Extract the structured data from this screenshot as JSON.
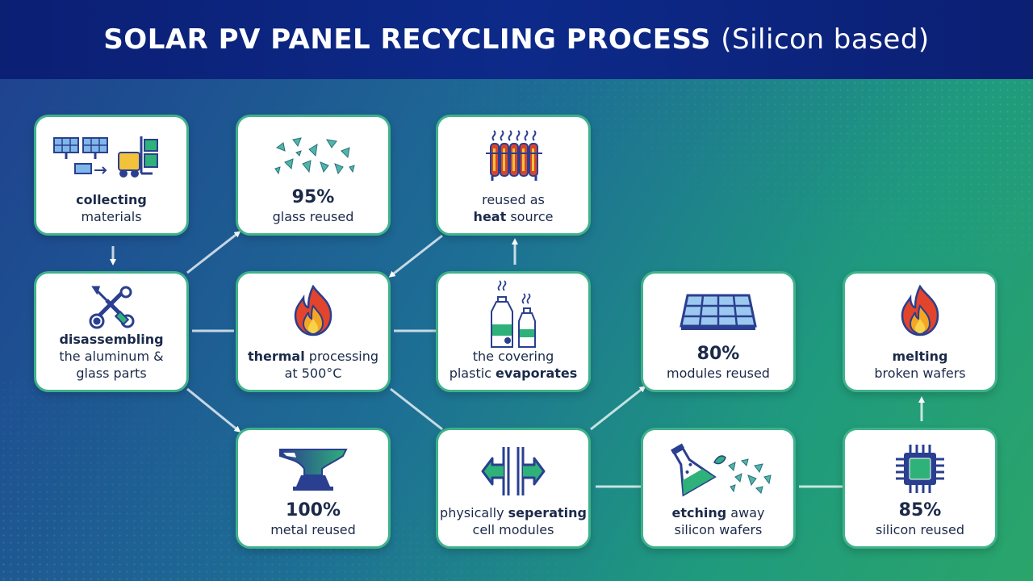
{
  "title": {
    "bold": "SOLAR PV PANEL RECYCLING PROCESS",
    "normal": "(Silicon based)"
  },
  "colors": {
    "header": "#0d2a8a",
    "card_border": "#3fb28a",
    "text": "#1b2a4a",
    "icon_primary": "#2a3f8f",
    "icon_accent": "#2fb17a"
  },
  "cards": {
    "collecting": {
      "icon": "solar-panels-forklift-icon",
      "bold": "collecting",
      "text": "materials"
    },
    "glass": {
      "icon": "glass-shards-icon",
      "pct": "95%",
      "text": "glass reused"
    },
    "heat": {
      "icon": "radiator-heater-icon",
      "text1": "reused as",
      "bold": "heat",
      "text2": " source"
    },
    "disassembling": {
      "icon": "wrench-screwdriver-icon",
      "bold": "disassembling",
      "text1": "the aluminum &",
      "text2": "glass parts"
    },
    "thermal": {
      "icon": "fire-icon",
      "bold": "thermal",
      "text1": " processing",
      "text2": "at 500°C"
    },
    "covering": {
      "icon": "plastic-bottles-icon",
      "text1": "the covering",
      "text2": "plastic ",
      "bold": "evaporates"
    },
    "modules": {
      "icon": "solar-module-icon",
      "pct": "80%",
      "text": "modules reused"
    },
    "melting": {
      "icon": "fire-icon",
      "bold": "melting",
      "text": "broken wafers"
    },
    "metal": {
      "icon": "anvil-icon",
      "pct": "100%",
      "text": "metal reused"
    },
    "separating": {
      "icon": "separate-arrows-icon",
      "text1": "physically ",
      "bold": "seperating",
      "text2": "cell modules"
    },
    "etching": {
      "icon": "flask-etching-icon",
      "bold": "etching",
      "text1": " away",
      "text2": "silicon wafers"
    },
    "silicon": {
      "icon": "microchip-icon",
      "pct": "85%",
      "text": "silicon reused"
    }
  }
}
